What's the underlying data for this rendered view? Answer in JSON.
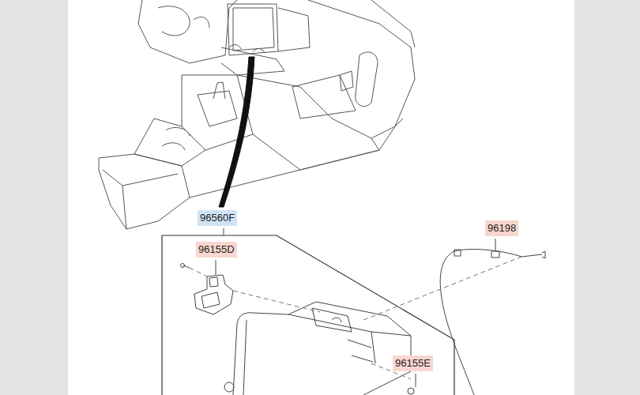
{
  "diagram": {
    "labels": [
      "96560F",
      "96155D",
      "96198",
      "96155E"
    ]
  }
}
